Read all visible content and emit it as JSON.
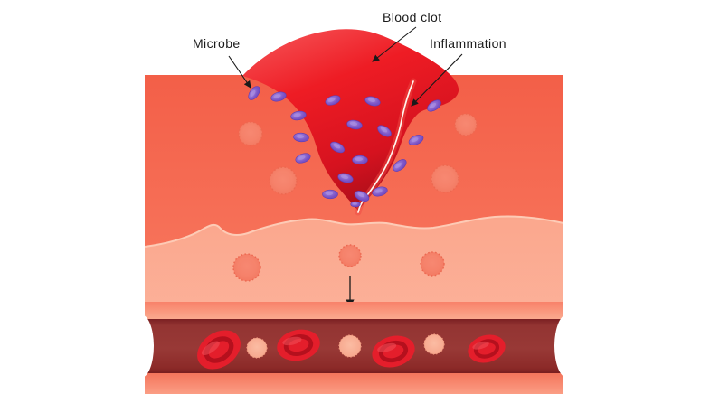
{
  "figure": {
    "labels": {
      "microbe": "Microbe",
      "blood_clot": "Blood clot",
      "inflammation": "Inflammation"
    },
    "colors": {
      "background": "#ffffff",
      "skin_top": "#f35f48",
      "skin_top_light": "#fa8268",
      "dermis": "#fba78d",
      "dermis_light": "#fcb8a2",
      "dermis_edge_highlight": "#fdcbb6",
      "vessel_wall_band": "#f8826a",
      "vessel_wall_band_light": "#fba98e",
      "vessel_interior": "#933432",
      "vessel_interior_dark": "#7b1f21",
      "clot_highlight": "#f65356",
      "clot_main": "#ec1c24",
      "clot_deep": "#a80e1a",
      "inflammation_line": "#fff6ee",
      "inflammation_band": "#ef4a43",
      "microbe_fill": "#7a52c6",
      "microbe_highlight": "#a88ce0",
      "microbe_stroke": "#5e3db5",
      "immune_cell": "#f5826b",
      "immune_cell_edge": "#ec6850",
      "rbc": "#e41e2b",
      "rbc_ring": "#b5101d",
      "leukocyte": "#f8ab90",
      "leukocyte_edge": "#f19a7f",
      "label_text": "#1b1b1b",
      "arrow": "#1a1a1a"
    },
    "microbes": [
      [
        281,
        103,
        -55,
        1
      ],
      [
        308,
        107,
        -15,
        1
      ],
      [
        368,
        111,
        -20,
        1
      ],
      [
        412,
        112,
        15,
        1
      ],
      [
        480,
        117,
        -35,
        1
      ],
      [
        330,
        128,
        -10,
        1
      ],
      [
        392,
        138,
        10,
        1
      ],
      [
        425,
        145,
        35,
        1
      ],
      [
        333,
        152,
        5,
        1
      ],
      [
        460,
        155,
        -25,
        1
      ],
      [
        373,
        163,
        30,
        1
      ],
      [
        335,
        175,
        -20,
        1
      ],
      [
        398,
        177,
        0,
        1
      ],
      [
        442,
        183,
        -40,
        1
      ],
      [
        382,
        197,
        15,
        1
      ],
      [
        365,
        215,
        0,
        1
      ],
      [
        420,
        212,
        -15,
        1
      ],
      [
        400,
        217,
        25,
        1
      ],
      [
        393,
        226,
        0,
        0.62
      ]
    ],
    "immune_cells_upper": [
      [
        277,
        148,
        13
      ],
      [
        313,
        200,
        15
      ],
      [
        515,
        138,
        12
      ],
      [
        492,
        198,
        15
      ]
    ],
    "immune_cells_dermis": [
      [
        273,
        296,
        15
      ],
      [
        387,
        283,
        12
      ],
      [
        478,
        292,
        13
      ]
    ],
    "vessel": {
      "red_blood_cells": [
        [
          242,
          387,
          26,
          19,
          -35
        ],
        [
          330,
          382,
          24,
          17,
          -12
        ],
        [
          435,
          389,
          24,
          17,
          -15
        ],
        [
          538,
          386,
          21,
          15,
          -15
        ]
      ],
      "leukocytes": [
        [
          284,
          385,
          11
        ],
        [
          387,
          383,
          12
        ],
        [
          480,
          381,
          11
        ]
      ]
    }
  }
}
